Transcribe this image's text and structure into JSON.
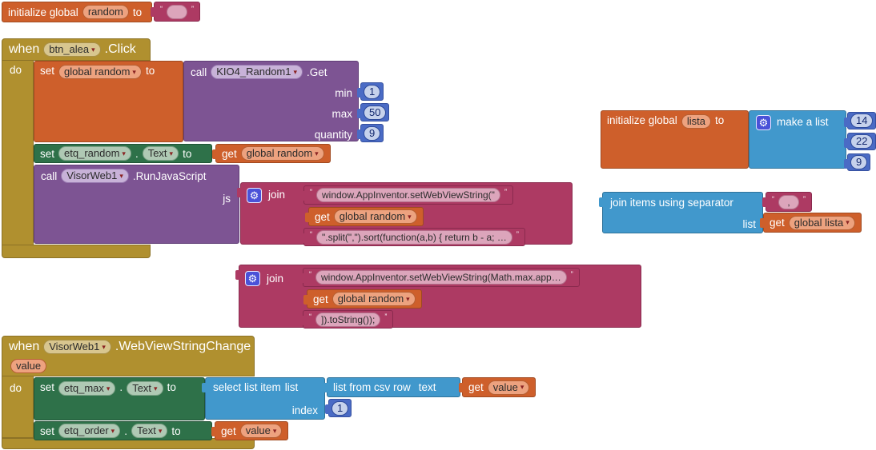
{
  "icons": {
    "gear": "⚙",
    "dropdown": "▾"
  },
  "quotes": {
    "open": "“",
    "close": "”"
  },
  "blocks": {
    "init_random": {
      "prefix": "initialize global",
      "name": "random",
      "to": "to",
      "value": ""
    },
    "btn_click": {
      "when": "when",
      "component": "btn_alea",
      "event": ".Click",
      "do": "do",
      "set_random": {
        "set": "set",
        "var": "global random",
        "to": "to"
      },
      "call_random": {
        "call": "call",
        "component": "KIO4_Random1",
        "method": ".Get",
        "args": [
          {
            "label": "min",
            "value": "1"
          },
          {
            "label": "max",
            "value": "50"
          },
          {
            "label": "quantity",
            "value": "9"
          }
        ]
      },
      "set_label": {
        "set": "set",
        "component": "etq_random",
        "dot": ".",
        "prop": "Text",
        "to": "to"
      },
      "get_random": {
        "get": "get",
        "var": "global random"
      },
      "call_js": {
        "call": "call",
        "component": "VisorWeb1",
        "method": ".RunJavaScript",
        "param": "js"
      },
      "join": {
        "label": "join",
        "str1": "window.AppInventor.setWebViewString(\"",
        "get": {
          "get": "get",
          "var": "global random"
        },
        "str2": "\".split(\",\").sort(function(a,b) { return b - a; …"
      }
    },
    "init_lista": {
      "prefix": "initialize global",
      "name": "lista",
      "to": "to",
      "make_list": {
        "label": "make a list",
        "items": [
          "14",
          "22",
          "9"
        ]
      }
    },
    "join_items": {
      "label": "join items using separator",
      "separator": ",",
      "list_label": "list",
      "get": {
        "get": "get",
        "var": "global lista"
      }
    },
    "join_max": {
      "label": "join",
      "str1": "window.AppInventor.setWebViewString(Math.max.app…",
      "get": {
        "get": "get",
        "var": "global random"
      },
      "str2": "]).toString());"
    },
    "webview_change": {
      "when": "when",
      "component": "VisorWeb1",
      "event": ".WebViewStringChange",
      "param": "value",
      "do": "do",
      "set_max": {
        "set": "set",
        "component": "etq_max",
        "dot": ".",
        "prop": "Text",
        "to": "to"
      },
      "select_item": {
        "label": "select list item",
        "list_label": "list",
        "index_label": "index",
        "index_value": "1"
      },
      "csv_row": {
        "label": "list from csv row",
        "text_label": "text"
      },
      "get_value_a": {
        "get": "get",
        "var": "value"
      },
      "set_order": {
        "set": "set",
        "component": "etq_order",
        "dot": ".",
        "prop": "Text",
        "to": "to"
      },
      "get_value_b": {
        "get": "get",
        "var": "value"
      }
    }
  }
}
